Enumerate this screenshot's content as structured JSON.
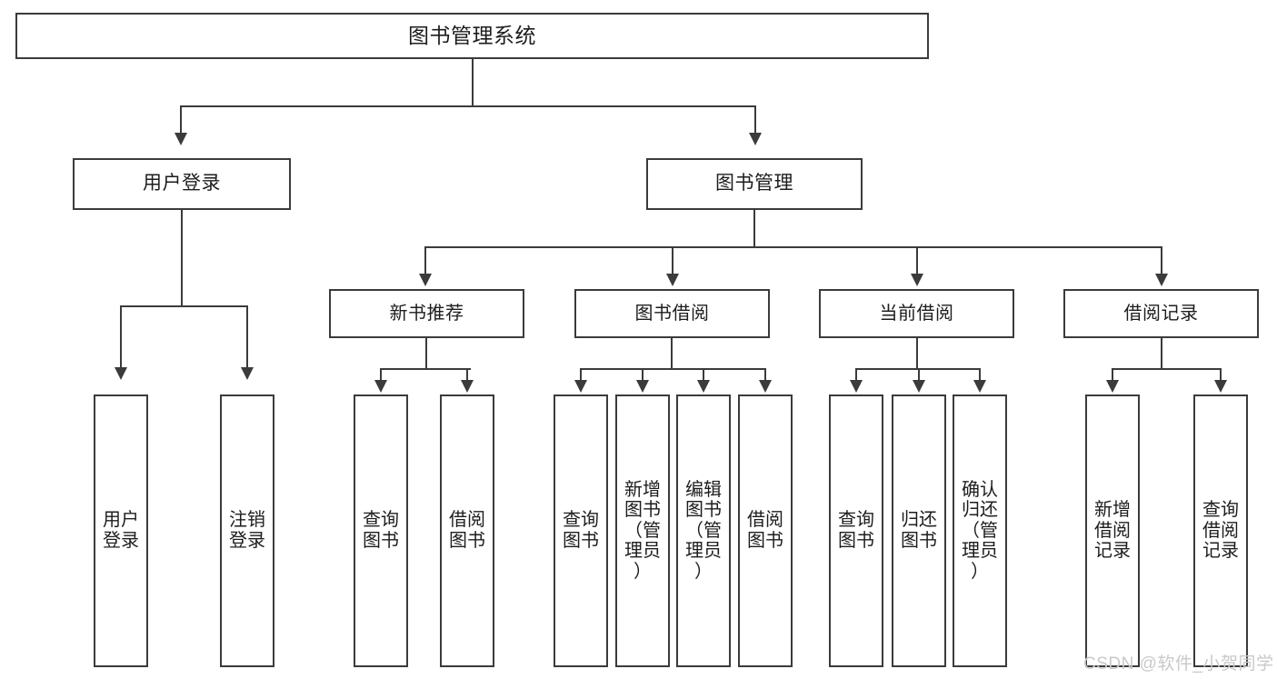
{
  "diagram": {
    "type": "tree-hierarchy",
    "title": "图书管理系统",
    "root": {
      "label": "图书管理系统",
      "orientation": "horizontal"
    },
    "level2": [
      {
        "label": "用户登录",
        "orientation": "horizontal"
      },
      {
        "label": "图书管理",
        "orientation": "horizontal"
      }
    ],
    "level3": [
      {
        "label": "新书推荐",
        "orientation": "horizontal",
        "parent": "图书管理"
      },
      {
        "label": "图书借阅",
        "orientation": "horizontal",
        "parent": "图书管理"
      },
      {
        "label": "当前借阅",
        "orientation": "horizontal",
        "parent": "图书管理"
      },
      {
        "label": "借阅记录",
        "orientation": "horizontal",
        "parent": "图书管理"
      }
    ],
    "leaves": [
      {
        "label": "用户\n登录",
        "text": "用户登录",
        "orientation": "vertical",
        "parent": "用户登录"
      },
      {
        "label": "注销\n登录",
        "text": "注销登录",
        "orientation": "vertical",
        "parent": "用户登录"
      },
      {
        "label": "查询\n图书",
        "text": "查询图书",
        "orientation": "vertical",
        "parent": "新书推荐"
      },
      {
        "label": "借阅\n图书",
        "text": "借阅图书",
        "orientation": "vertical",
        "parent": "新书推荐"
      },
      {
        "label": "查询\n图书",
        "text": "查询图书",
        "orientation": "vertical",
        "parent": "图书借阅"
      },
      {
        "label": "新增\n图书\n（管\n理员\n）",
        "text": "新增图书（管理员）",
        "orientation": "vertical",
        "parent": "图书借阅"
      },
      {
        "label": "编辑\n图书\n（管\n理员\n）",
        "text": "编辑图书（管理员）",
        "orientation": "vertical",
        "parent": "图书借阅"
      },
      {
        "label": "借阅\n图书",
        "text": "借阅图书",
        "orientation": "vertical",
        "parent": "图书借阅"
      },
      {
        "label": "查询\n图书",
        "text": "查询图书",
        "orientation": "vertical",
        "parent": "当前借阅"
      },
      {
        "label": "归还\n图书",
        "text": "归还图书",
        "orientation": "vertical",
        "parent": "当前借阅"
      },
      {
        "label": "确认\n归还\n（管\n理员\n）",
        "text": "确认归还（管理员）",
        "orientation": "vertical",
        "parent": "当前借阅"
      },
      {
        "label": "新增\n借阅\n记录",
        "text": "新增借阅记录",
        "orientation": "vertical",
        "parent": "借阅记录"
      },
      {
        "label": "查询\n借阅\n记录",
        "text": "查询借阅记录",
        "orientation": "vertical",
        "parent": "借阅记录"
      }
    ],
    "colors": {
      "stroke": "#3b3b3b",
      "fill": "#ffffff",
      "text": "#1d1d1d",
      "watermark": "#c9c9c9"
    }
  },
  "watermark": {
    "text": "CSDN @软件_小贺同学"
  }
}
